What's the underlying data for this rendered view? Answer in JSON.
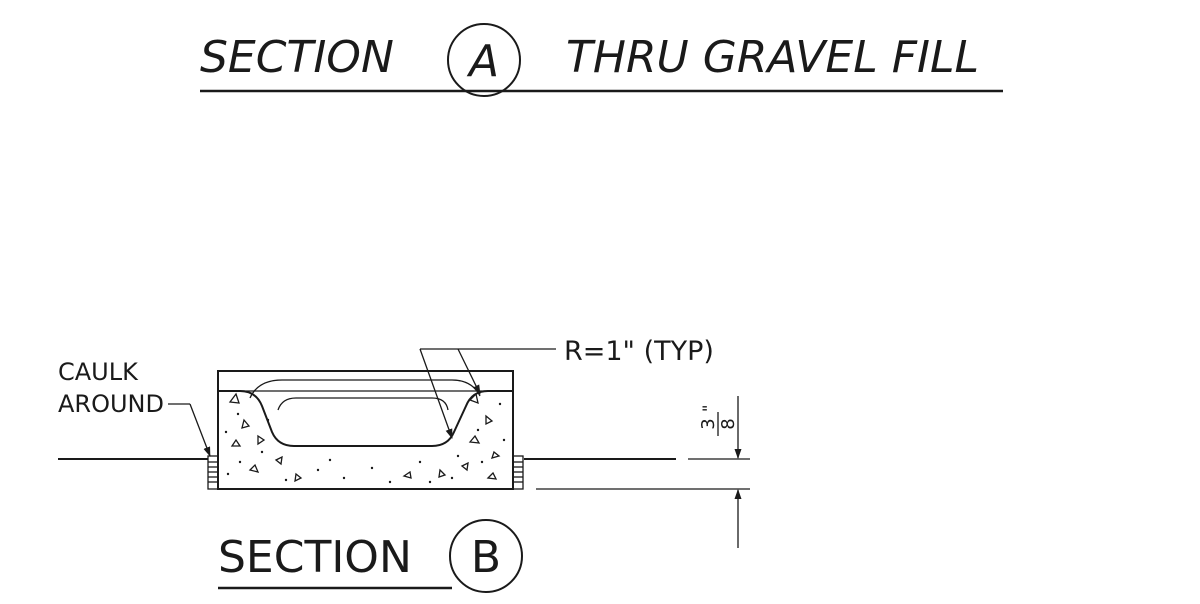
{
  "section_a": {
    "label": "SECTION",
    "marker": "A",
    "description": "THRU GRAVEL FILL"
  },
  "section_b": {
    "label": "SECTION",
    "marker": "B"
  },
  "callouts": {
    "radius": "R=1\" (TYP)",
    "caulk_line1": "CAULK",
    "caulk_line2": "AROUND"
  },
  "dimension": {
    "numerator": "3",
    "denominator": "8",
    "unit_mark": "\""
  }
}
